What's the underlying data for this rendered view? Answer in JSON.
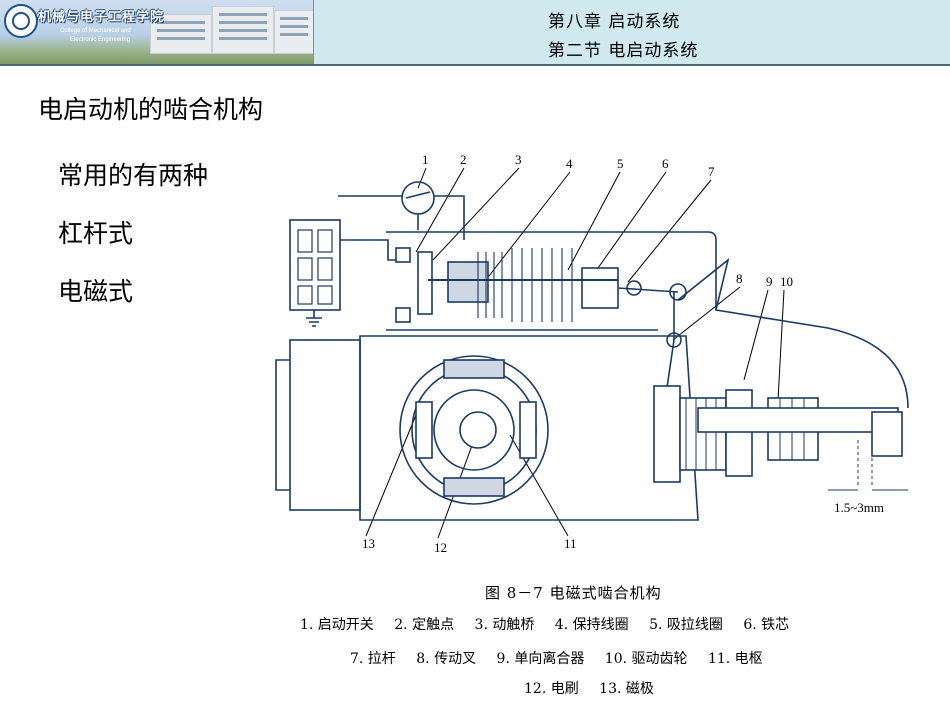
{
  "header": {
    "college_cn": "机械与电子工程学院",
    "college_en_line1": "College of Mechanical and",
    "college_en_line2": "Electronic Engineering",
    "chapter": "第八章  启动系统",
    "section": "第二节  电启动系统"
  },
  "main": {
    "title": "电启动机的啮合机构",
    "bullets": [
      "常用的有两种",
      "杠杆式",
      "电磁式"
    ]
  },
  "figure": {
    "numbers": [
      "1",
      "2",
      "3",
      "4",
      "5",
      "6",
      "7",
      "8",
      "9",
      "10",
      "11",
      "12",
      "13"
    ],
    "dimension_label": "1.5~3mm",
    "caption": "图 8－7    电磁式啮合机构",
    "legend_rows": [
      [
        "1. 启动开关",
        "2. 定触点",
        "3. 动触桥",
        "4. 保持线圈",
        "5. 吸拉线圈",
        "6. 铁芯"
      ],
      [
        "7. 拉杆",
        "8. 传动叉",
        "9. 单向离合器",
        "10. 驱动齿轮",
        "11. 电枢"
      ],
      [
        "12. 电刷",
        "13. 磁极"
      ]
    ]
  }
}
